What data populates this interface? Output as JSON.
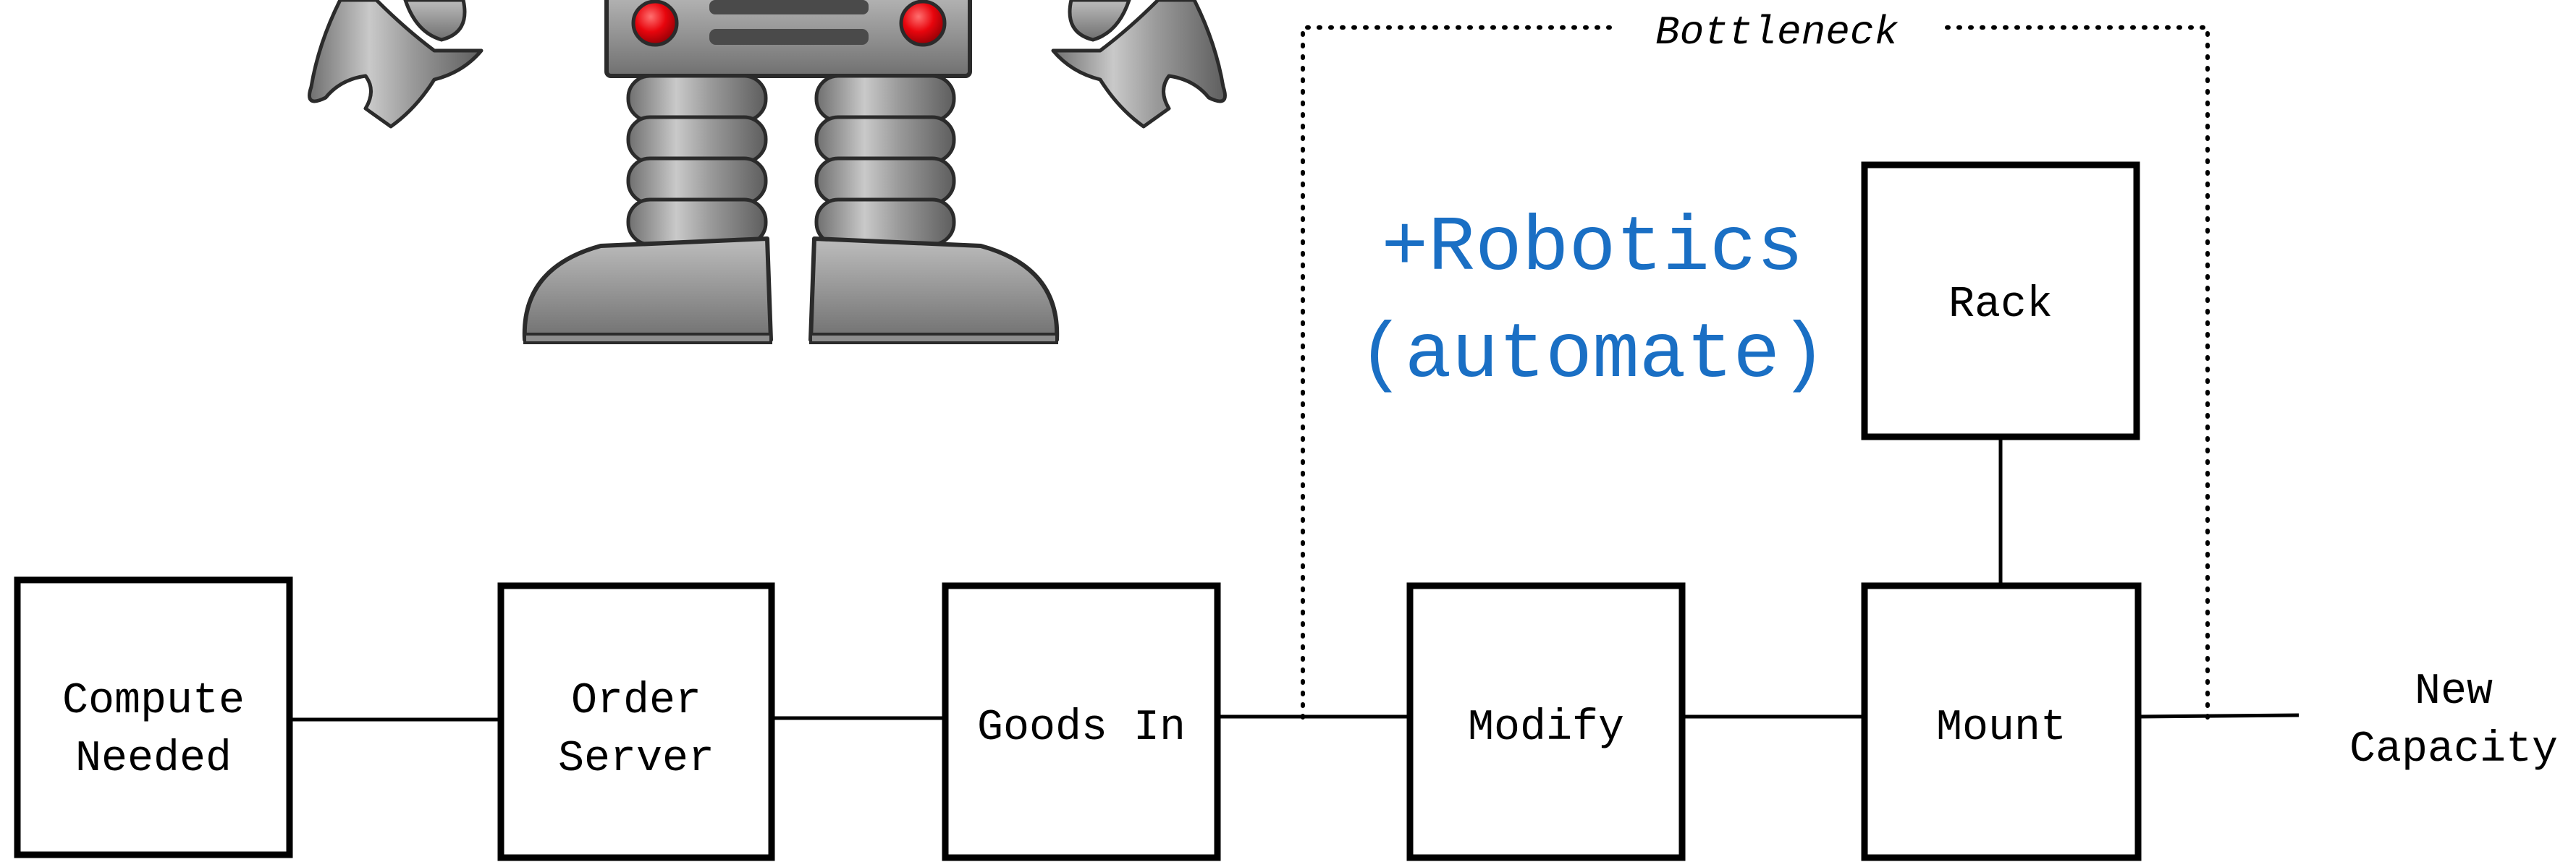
{
  "title": "",
  "robot_accent_color": "#e8050d",
  "bottleneck": {
    "label": "Bottleneck"
  },
  "annotation": {
    "line1": "+Robotics",
    "line2": "(automate)",
    "color": "#1a6fc4"
  },
  "steps": [
    {
      "id": "compute",
      "lines": [
        "Compute",
        "Needed"
      ]
    },
    {
      "id": "order",
      "lines": [
        "Order",
        "Server"
      ]
    },
    {
      "id": "goods",
      "lines": [
        "Goods In"
      ]
    },
    {
      "id": "modify",
      "lines": [
        "Modify"
      ]
    },
    {
      "id": "mount",
      "lines": [
        "Mount"
      ]
    },
    {
      "id": "rack",
      "lines": [
        "Rack"
      ]
    }
  ],
  "output": {
    "lines": [
      "New",
      "Capacity"
    ]
  }
}
